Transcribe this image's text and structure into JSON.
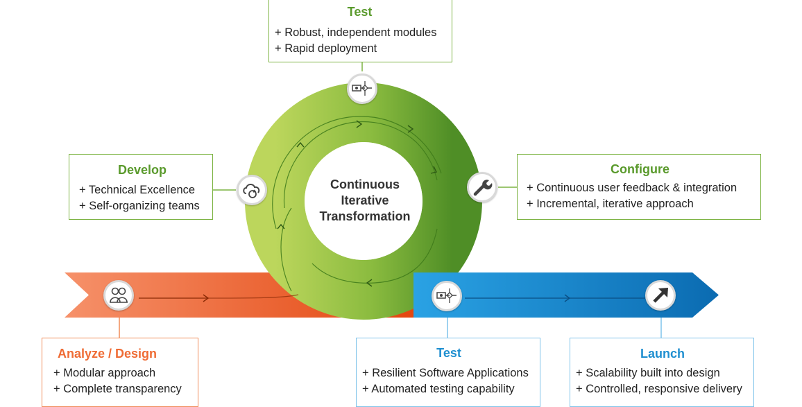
{
  "center": {
    "line1": "Continuous",
    "line2": "Iterative",
    "line3": "Transformation"
  },
  "stages": {
    "test_top": {
      "title": "Test",
      "items": [
        "+ Robust, independent modules",
        "+ Rapid deployment"
      ],
      "icon": "workflow-icon"
    },
    "develop": {
      "title": "Develop",
      "items": [
        "+ Technical Excellence",
        "+ Self-organizing teams"
      ],
      "icon": "cloud-sync-icon"
    },
    "configure": {
      "title": "Configure",
      "items": [
        "+ Continuous user feedback & integration",
        "+ Incremental, iterative approach"
      ],
      "icon": "wrench-icon"
    },
    "analyze": {
      "title": "Analyze / Design",
      "items": [
        "+ Modular approach",
        "+ Complete transparency"
      ],
      "icon": "team-icon"
    },
    "test_bottom": {
      "title": "Test",
      "items": [
        "+ Resilient Software Applications",
        "+ Automated testing capability"
      ],
      "icon": "workflow-icon"
    },
    "launch": {
      "title": "Launch",
      "items": [
        "+ Scalability built into design",
        "+ Controlled, responsive delivery"
      ],
      "icon": "expand-arrow-icon"
    }
  },
  "colors": {
    "green_light": "#b5d45a",
    "green_dark": "#4f8e26",
    "orange_light": "#f58a5c",
    "orange_dark": "#e44a12",
    "blue_light": "#2a9ee0",
    "blue_dark": "#0d6fb5",
    "title_green": "#5a9a2c",
    "title_orange": "#ef6c35",
    "title_blue": "#1f8fd0"
  }
}
